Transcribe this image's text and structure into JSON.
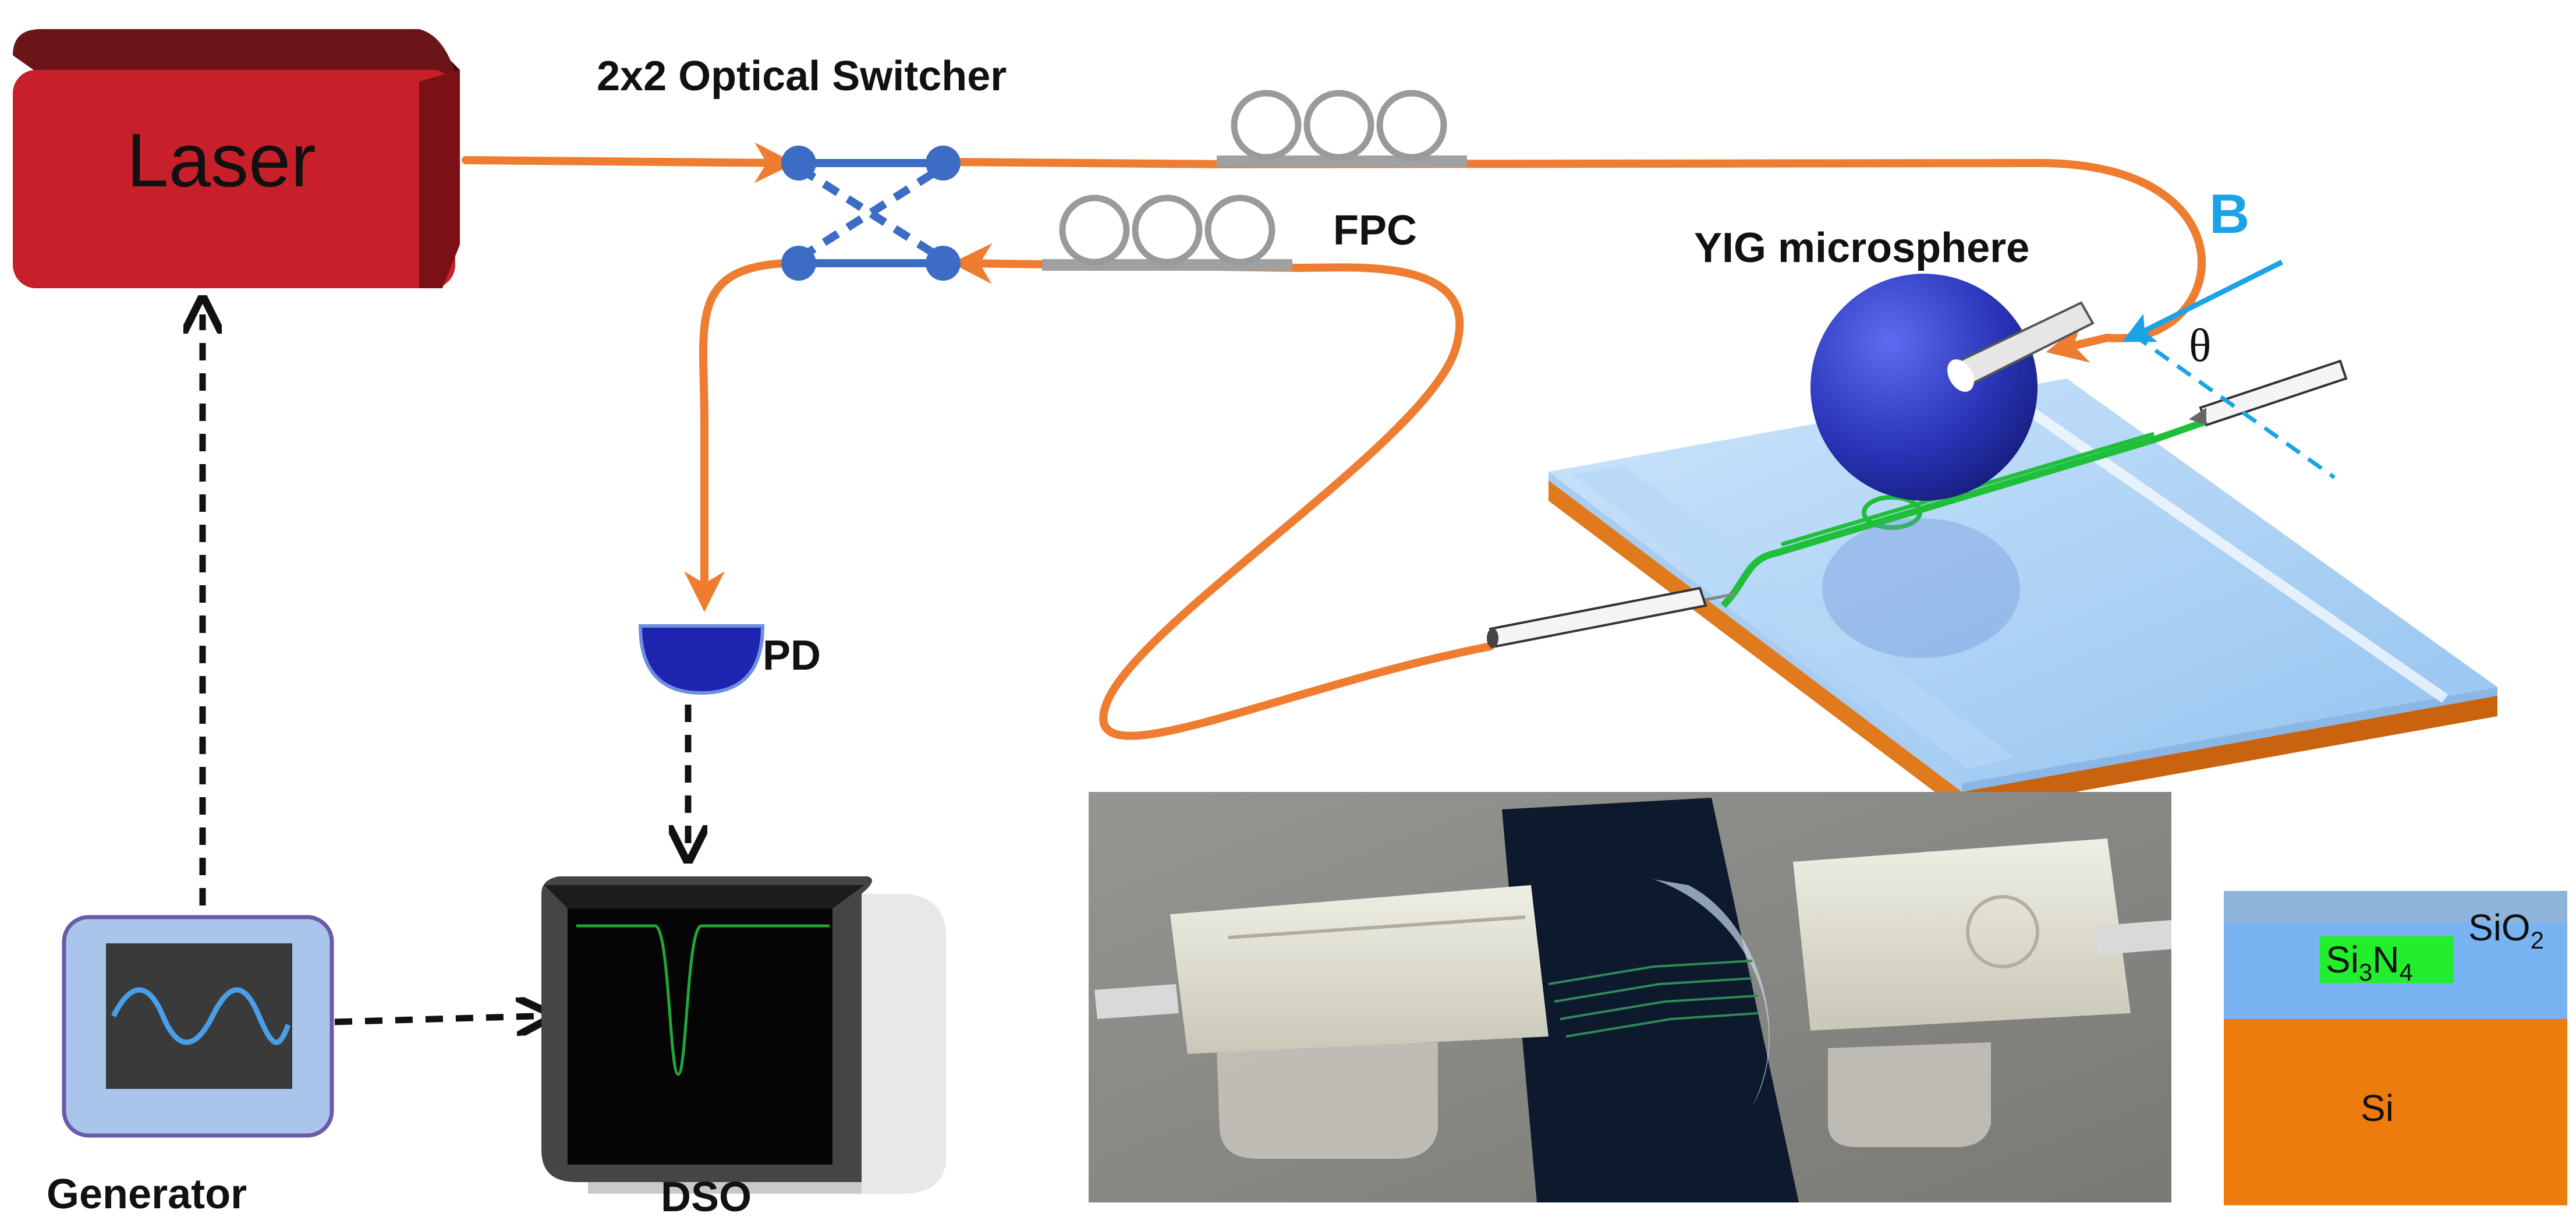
{
  "labels": {
    "laser": "Laser",
    "switcher": "2x2 Optical Switcher",
    "fpc": "FPC",
    "pd": "PD",
    "generator": "Generator",
    "dso": "DSO",
    "yig": "YIG microsphere",
    "field": "B",
    "angle": "θ"
  },
  "layers": {
    "sio2_base": "SiO",
    "sio2_sub": "2",
    "si3n4_a": "Si",
    "si3n4_sub_a": "3",
    "si3n4_b": "N",
    "si3n4_sub_b": "4",
    "si": "Si"
  },
  "colors": {
    "laser": "#c8202a",
    "fiber": "#ee7d31",
    "switch": "#3d6cc4",
    "yig_sphere": "#2a35b8",
    "field_arrow": "#1aa3e6",
    "waveguide": "#1fbf3a",
    "sio2": "#8fb4dc",
    "si3n4_layer": "#79b3f2",
    "si3n4_text_bg": "#22ee2c",
    "si": "#ee7b0e"
  }
}
